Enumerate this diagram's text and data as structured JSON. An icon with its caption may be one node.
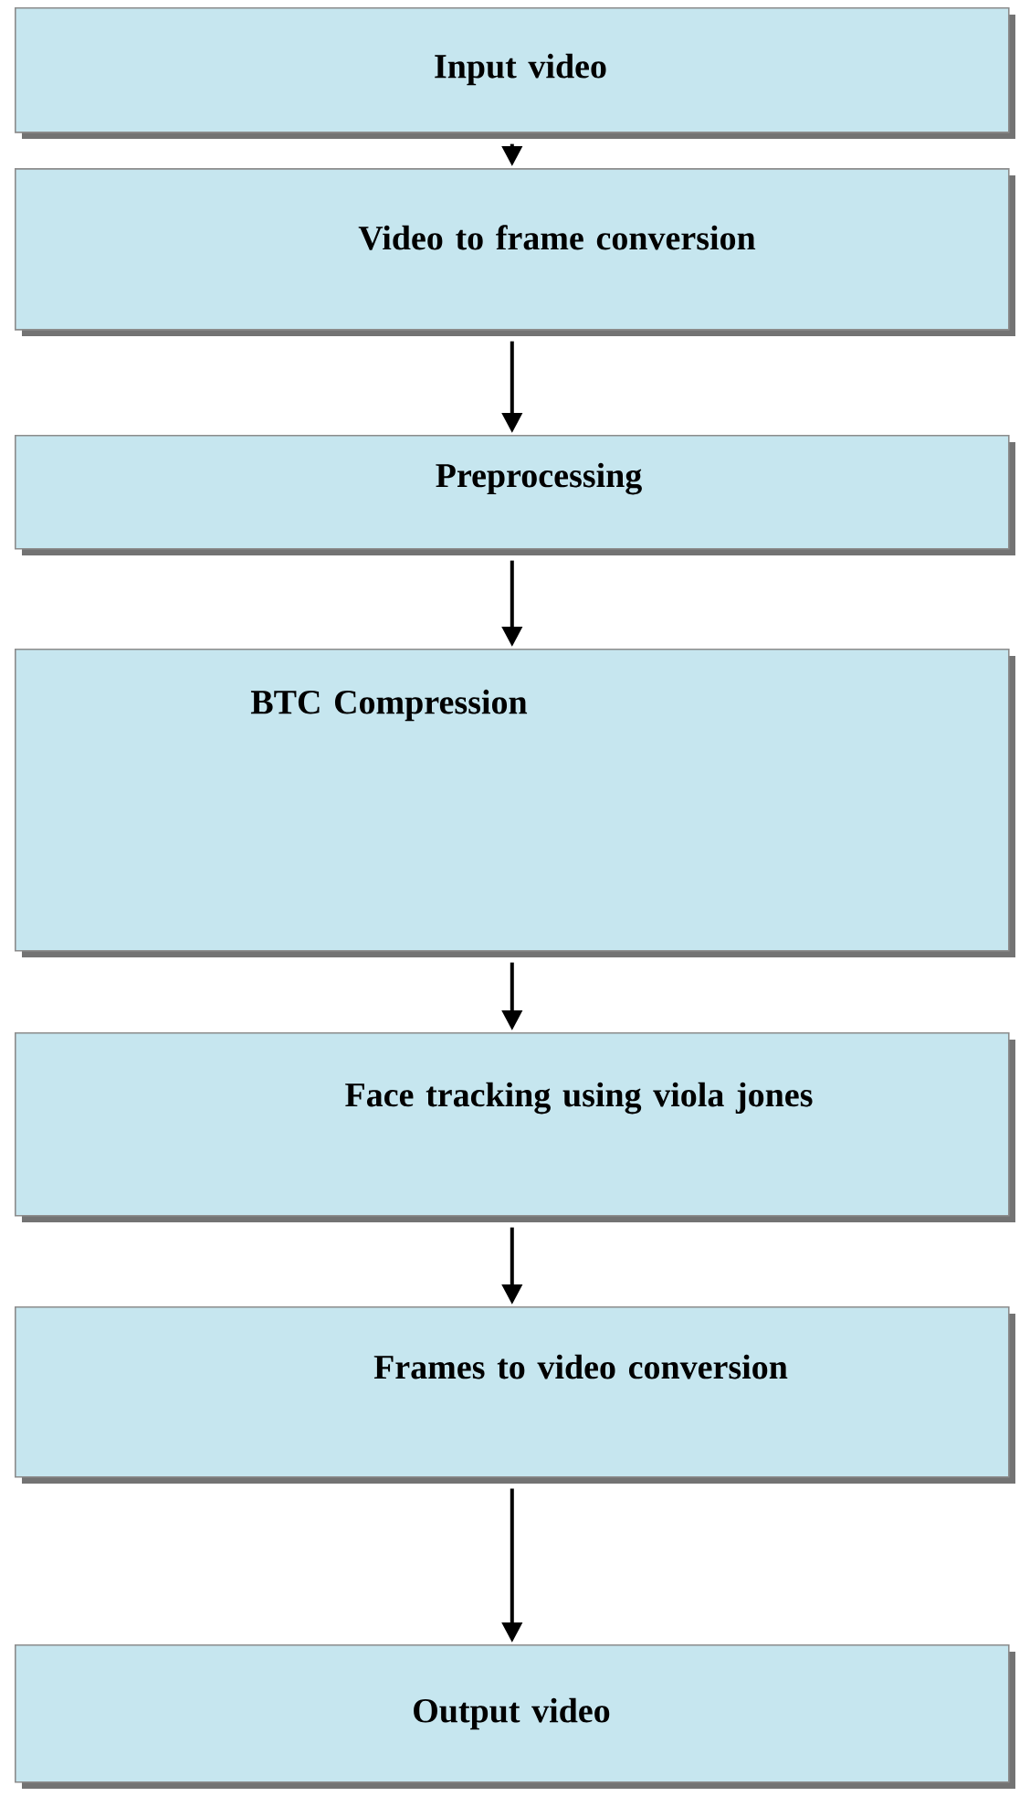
{
  "diagram": {
    "nodes": [
      {
        "text": [
          "Input video"
        ]
      },
      {
        "text": [
          "Video to frame conversion"
        ]
      },
      {
        "text": [
          "Preprocessing"
        ]
      },
      {
        "text": [
          "BTC Compression"
        ]
      },
      {
        "text": [
          "Face tracking using viola jones"
        ]
      },
      {
        "text": [
          "Frames to video conversion"
        ]
      },
      {
        "text": [
          "Output video"
        ]
      }
    ],
    "edges": [
      {
        "from": 0,
        "to": 1,
        "arrow": "to"
      },
      {
        "from": 1,
        "to": 2,
        "arrow": "to"
      },
      {
        "from": 2,
        "to": 3,
        "arrow": "to"
      },
      {
        "from": 3,
        "to": 4,
        "arrow": "to"
      },
      {
        "from": 4,
        "to": 5,
        "arrow": "to"
      },
      {
        "from": 5,
        "to": 6,
        "arrow": "to"
      }
    ]
  }
}
